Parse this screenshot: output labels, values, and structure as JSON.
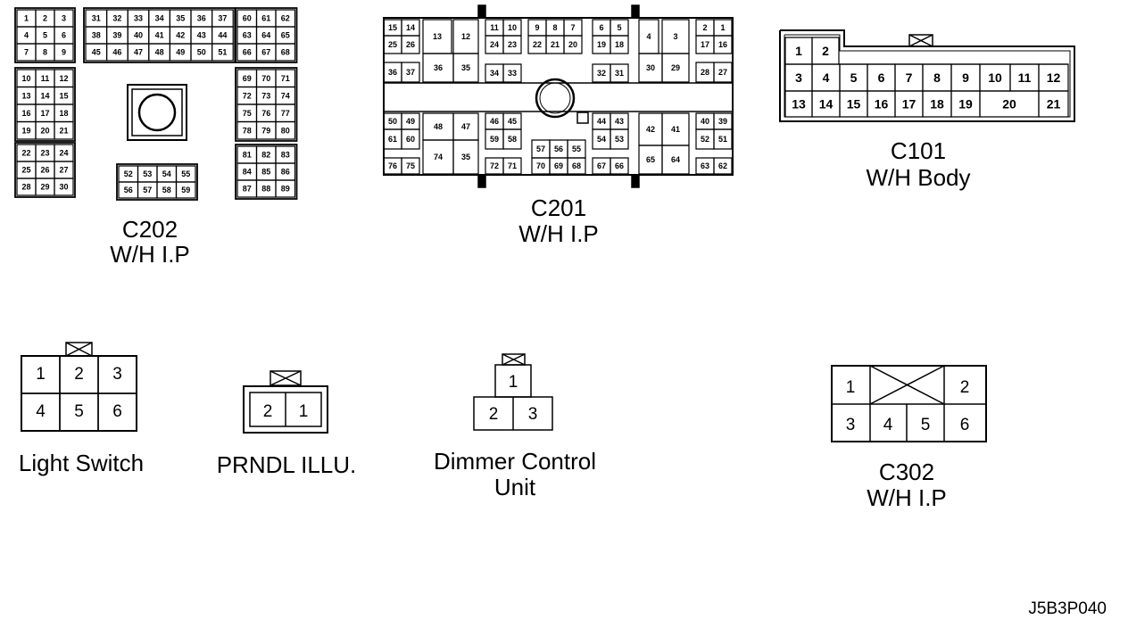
{
  "figure_code": "J5B3P040",
  "connectors": {
    "c202": {
      "name": "C202",
      "harness": "W/H I.P",
      "blocks": [
        [
          [
            "1",
            "2",
            "3"
          ],
          [
            "4",
            "5",
            "6"
          ],
          [
            "7",
            "8",
            "9"
          ]
        ],
        [
          [
            "31",
            "32",
            "33",
            "34",
            "35",
            "36",
            "37"
          ],
          [
            "38",
            "39",
            "40",
            "41",
            "42",
            "43",
            "44"
          ],
          [
            "45",
            "46",
            "47",
            "48",
            "49",
            "50",
            "51"
          ]
        ],
        [
          [
            "60",
            "61",
            "62"
          ],
          [
            "63",
            "64",
            "65"
          ],
          [
            "66",
            "67",
            "68"
          ]
        ],
        [
          [
            "10",
            "11",
            "12"
          ],
          [
            "13",
            "14",
            "15"
          ],
          [
            "16",
            "17",
            "18"
          ],
          [
            "19",
            "20",
            "21"
          ]
        ],
        [
          [
            "69",
            "70",
            "71"
          ],
          [
            "72",
            "73",
            "74"
          ],
          [
            "75",
            "76",
            "77"
          ],
          [
            "78",
            "79",
            "80"
          ]
        ],
        [
          [
            "22",
            "23",
            "24"
          ],
          [
            "25",
            "26",
            "27"
          ],
          [
            "28",
            "29",
            "30"
          ]
        ],
        [
          [
            "52",
            "53",
            "54",
            "55"
          ],
          [
            "56",
            "57",
            "58",
            "59"
          ]
        ],
        [
          [
            "81",
            "82",
            "83"
          ],
          [
            "84",
            "85",
            "86"
          ],
          [
            "87",
            "88",
            "89"
          ]
        ]
      ]
    },
    "c201": {
      "name": "C201",
      "harness": "W/H I.P",
      "top_pins": [
        "15",
        "14",
        "25",
        "26",
        "13",
        "12",
        "11",
        "10",
        "24",
        "23",
        "9",
        "8",
        "7",
        "22",
        "21",
        "20",
        "6",
        "5",
        "19",
        "18",
        "4",
        "3",
        "2",
        "1",
        "17",
        "16",
        "36",
        "37",
        "36",
        "35",
        "34",
        "33",
        "32",
        "31",
        "30",
        "29",
        "28",
        "27"
      ],
      "bottom_pins": [
        "50",
        "49",
        "48",
        "47",
        "46",
        "45",
        "44",
        "43",
        "42",
        "41",
        "40",
        "39",
        "61",
        "60",
        "59",
        "58",
        "54",
        "53",
        "52",
        "51",
        "76",
        "75",
        "74",
        "35",
        "72",
        "71",
        "57",
        "56",
        "55",
        "70",
        "69",
        "68",
        "67",
        "66",
        "65",
        "64",
        "63",
        "62"
      ]
    },
    "c101": {
      "name": "C101",
      "harness": "W/H Body",
      "rows": [
        [
          "1",
          "2"
        ],
        [
          "3",
          "4",
          "5",
          "6",
          "7",
          "8",
          "9",
          "10",
          "11",
          "12"
        ],
        [
          "13",
          "14",
          "15",
          "16",
          "17",
          "18",
          "19",
          "20",
          "21"
        ]
      ]
    },
    "light_switch": {
      "name": "Light Switch",
      "rows": [
        [
          "1",
          "2",
          "3"
        ],
        [
          "4",
          "5",
          "6"
        ]
      ]
    },
    "prndl": {
      "name": "PRNDL ILLU.",
      "pins": [
        "2",
        "1"
      ]
    },
    "dimmer": {
      "name_line1": "Dimmer Control",
      "name_line2": "Unit",
      "pins": [
        "1",
        "2",
        "3"
      ]
    },
    "c302": {
      "name": "C302",
      "harness": "W/H I.P",
      "top_pins": [
        "1",
        "2"
      ],
      "bottom_pins": [
        "3",
        "4",
        "5",
        "6"
      ]
    }
  }
}
